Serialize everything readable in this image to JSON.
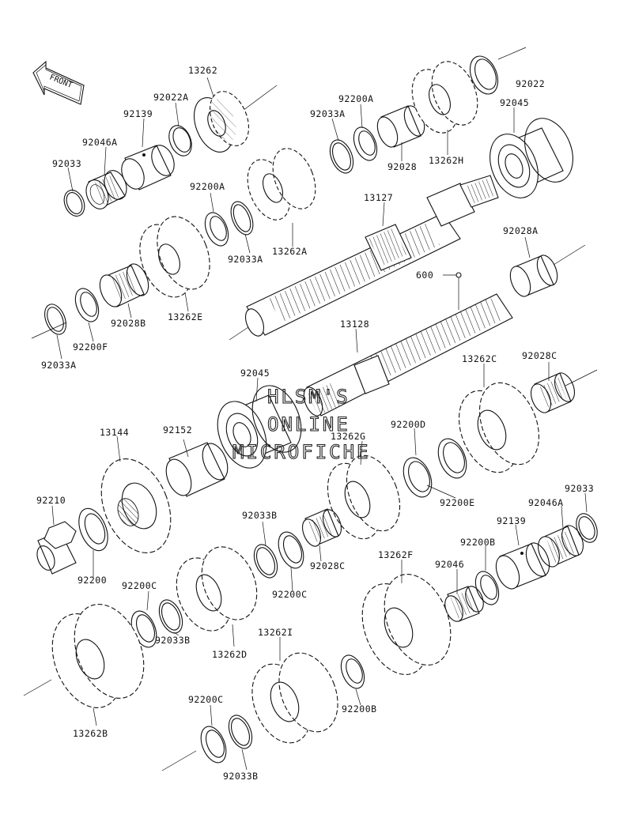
{
  "front_label": "FRONT",
  "watermark": [
    "HLSM'S",
    "ONLINE",
    "MICROFICHE"
  ],
  "labels": {
    "p13262": "13262",
    "p92022A": "92022A",
    "p92139_top": "92139",
    "p92046A_top": "92046A",
    "p92033_top": "92033",
    "p92200A_top": "92200A",
    "p92033A_top": "92033A",
    "p92028": "92028",
    "p13262H": "13262H",
    "p92022": "92022",
    "p92045_top": "92045",
    "p92200A_mid": "92200A",
    "p92033A_mid": "92033A",
    "p13262A": "13262A",
    "p13127": "13127",
    "p92028A": "92028A",
    "p13262E": "13262E",
    "p92028B": "92028B",
    "p92200F": "92200F",
    "p92033A_low": "92033A",
    "p600": "600",
    "p13128": "13128",
    "p92045_mid": "92045",
    "p13262C": "13262C",
    "p92028C_top": "92028C",
    "p13144": "13144",
    "p92152": "92152",
    "p13262G": "13262G",
    "p92200D": "92200D",
    "p92210": "92210",
    "p92200E": "92200E",
    "p92033_right": "92033",
    "p92046A_right": "92046A",
    "p92139_right": "92139",
    "p92033B_a": "92033B",
    "p92200B_a": "92200B",
    "p92200": "92200",
    "p92200C_a": "92200C",
    "p92200C_b": "92200C",
    "p92028C_low": "92028C",
    "p13262F": "13262F",
    "p92046": "92046",
    "p92033B_b": "92033B",
    "p13262D": "13262D",
    "p13262I": "13262I",
    "p13262B": "13262B",
    "p92200B_b": "92200B",
    "p92200C_c": "92200C",
    "p92033B_c": "92033B"
  }
}
